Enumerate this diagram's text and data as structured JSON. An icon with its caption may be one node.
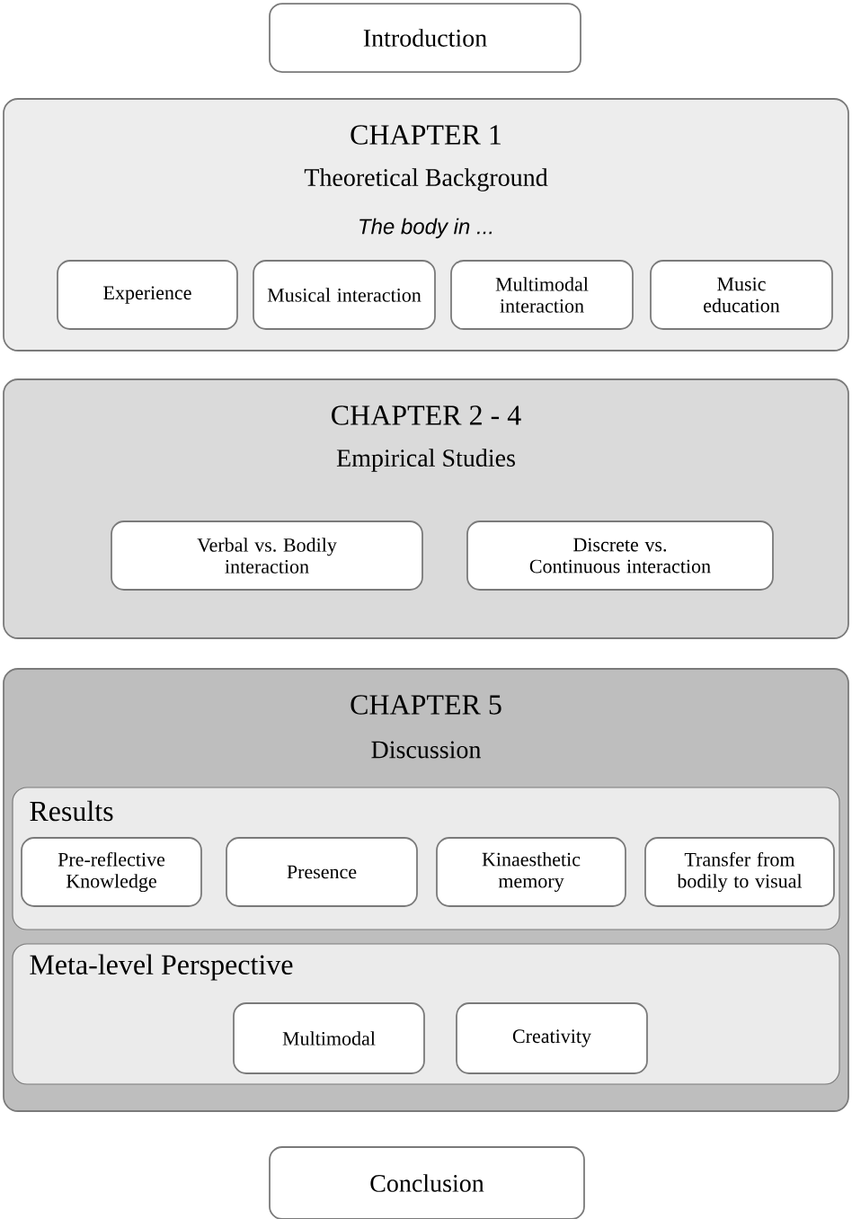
{
  "diagram": {
    "nodes": [
      {
        "text": [
          "Introduction"
        ]
      },
      {
        "text": [
          "CHAPTER 1",
          "Theoretical Background",
          "The body in ..."
        ]
      },
      {
        "text": [
          "Experience"
        ],
        "in": 1
      },
      {
        "text": [
          "Musical interaction"
        ],
        "in": 1
      },
      {
        "text": [
          "Multimodal interaction"
        ],
        "in": 1
      },
      {
        "text": [
          "Music education"
        ],
        "in": 1
      },
      {
        "text": [
          "CHAPTER 2 - 4",
          "Empirical Studies"
        ]
      },
      {
        "text": [
          "Verbal vs. Bodily interaction"
        ],
        "in": 6
      },
      {
        "text": [
          "Discrete vs. Continuous interaction"
        ],
        "in": 6
      },
      {
        "text": [
          "CHAPTER 5",
          "Discussion"
        ]
      },
      {
        "text": [
          "Results"
        ],
        "in": 9
      },
      {
        "text": [
          "Pre-reflective Knowledge"
        ],
        "in": 10
      },
      {
        "text": [
          "Presence"
        ],
        "in": 10
      },
      {
        "text": [
          "Kinaesthetic memory"
        ],
        "in": 10
      },
      {
        "text": [
          "Transfer from bodily to visual"
        ],
        "in": 10
      },
      {
        "text": [
          "Meta-level Perspective"
        ],
        "in": 9
      },
      {
        "text": [
          "Multimodal"
        ],
        "in": 15
      },
      {
        "text": [
          "Creativity"
        ],
        "in": 15
      },
      {
        "text": [
          "Conclusion"
        ]
      }
    ],
    "edges": []
  }
}
